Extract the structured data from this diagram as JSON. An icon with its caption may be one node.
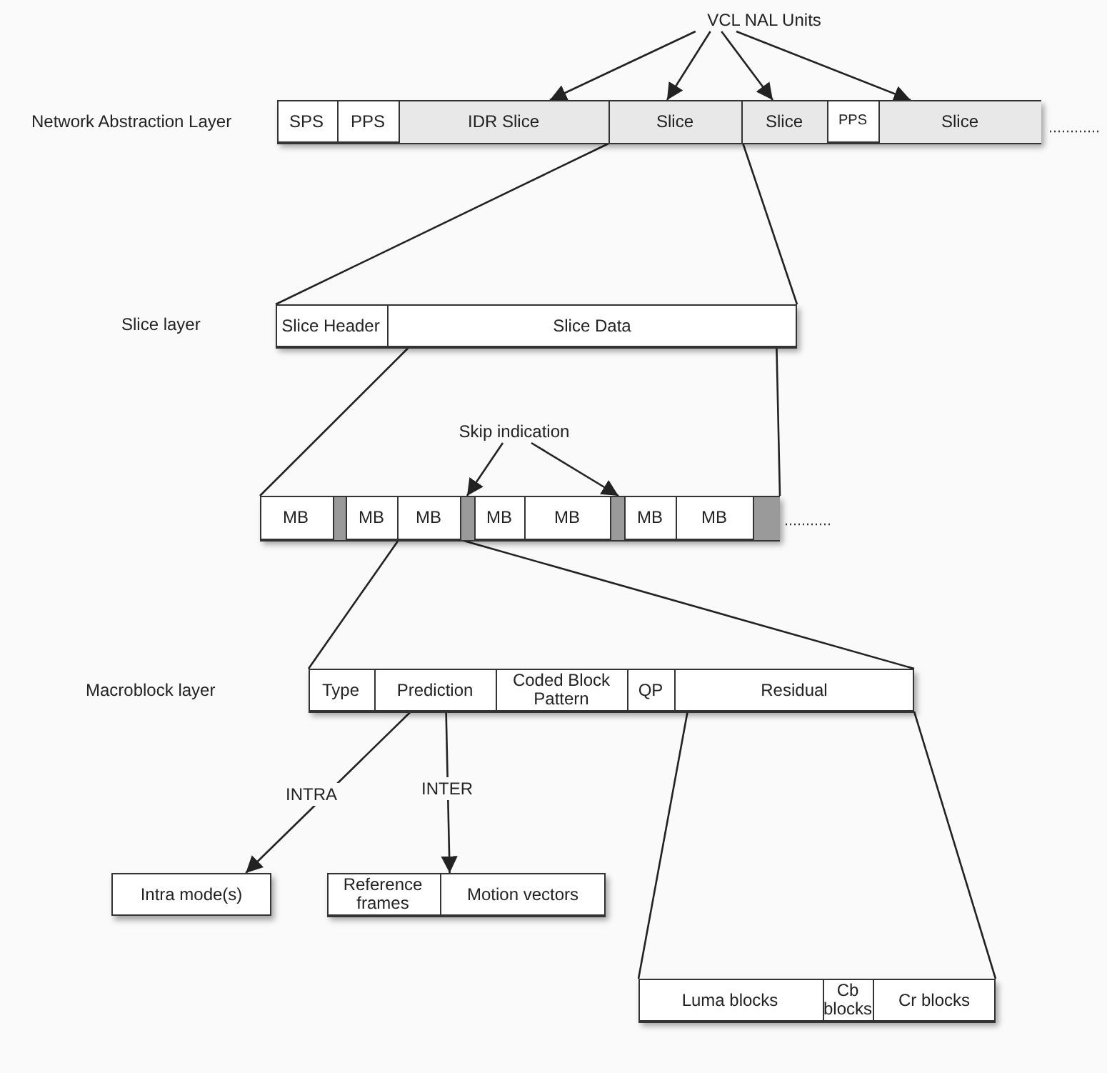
{
  "diagram": {
    "nodes": [
      {
        "text": [
          "VCL NAL Units"
        ]
      },
      {
        "text": [],
        "shape": "bar"
      },
      {
        "text": [
          "SPS"
        ],
        "in": 1
      },
      {
        "text": [
          "PPS"
        ],
        "in": 1
      },
      {
        "text": [
          "IDR Slice"
        ],
        "in": 1
      },
      {
        "text": [
          "Slice"
        ],
        "in": 1
      },
      {
        "text": [
          "Slice"
        ],
        "in": 1
      },
      {
        "text": [
          "PPS"
        ],
        "in": 1
      },
      {
        "text": [
          "Slice"
        ],
        "in": 1
      },
      {
        "text": [],
        "shape": "bar"
      },
      {
        "text": [
          "Slice Header"
        ],
        "in": 9
      },
      {
        "text": [
          "Slice Data"
        ],
        "in": 9
      },
      {
        "text": [
          "Skip indication"
        ]
      },
      {
        "text": [],
        "shape": "bar"
      },
      {
        "text": [
          "MB"
        ],
        "in": 13
      },
      {
        "text": [],
        "shape": "box",
        "in": 13
      },
      {
        "text": [
          "MB"
        ],
        "in": 13
      },
      {
        "text": [
          "MB"
        ],
        "in": 13
      },
      {
        "text": [],
        "shape": "box",
        "in": 13
      },
      {
        "text": [
          "MB"
        ],
        "in": 13
      },
      {
        "text": [
          "MB"
        ],
        "in": 13
      },
      {
        "text": [],
        "shape": "box",
        "in": 13
      },
      {
        "text": [
          "MB"
        ],
        "in": 13
      },
      {
        "text": [
          "MB"
        ],
        "in": 13
      },
      {
        "text": [],
        "shape": "box",
        "in": 13
      },
      {
        "text": [],
        "shape": "bar"
      },
      {
        "text": [
          "Type"
        ],
        "in": 25
      },
      {
        "text": [
          "Prediction"
        ],
        "in": 25
      },
      {
        "text": [
          "Coded Block Pattern"
        ],
        "in": 25
      },
      {
        "text": [
          "QP"
        ],
        "in": 25
      },
      {
        "text": [
          "Residual"
        ],
        "in": 25
      },
      {
        "text": [
          "Intra mode(s)"
        ]
      },
      {
        "text": [],
        "shape": "bar"
      },
      {
        "text": [
          "Reference frames"
        ],
        "in": 32
      },
      {
        "text": [
          "Motion vectors"
        ],
        "in": 32
      },
      {
        "text": [],
        "shape": "bar"
      },
      {
        "text": [
          "Luma blocks"
        ],
        "in": 35
      },
      {
        "text": [
          "Cb blocks"
        ],
        "in": 35
      },
      {
        "text": [
          "Cr blocks"
        ],
        "in": 35
      }
    ],
    "edges": [
      {
        "from": 0,
        "to": 4,
        "arrow": "to"
      },
      {
        "from": 0,
        "to": 5,
        "arrow": "to"
      },
      {
        "from": 0,
        "to": 6,
        "arrow": "to"
      },
      {
        "from": 0,
        "to": 8,
        "arrow": "to"
      },
      {
        "from": 5,
        "to": 9,
        "arrow": "none"
      },
      {
        "from": 5,
        "to": 9,
        "arrow": "none"
      },
      {
        "from": 11,
        "to": 13,
        "arrow": "none"
      },
      {
        "from": 11,
        "to": 13,
        "arrow": "none"
      },
      {
        "from": 12,
        "to": 18,
        "arrow": "to"
      },
      {
        "from": 12,
        "to": 21,
        "arrow": "to"
      },
      {
        "from": 17,
        "to": 25,
        "arrow": "none"
      },
      {
        "from": 17,
        "to": 25,
        "arrow": "none"
      },
      {
        "from": 27,
        "to": 31,
        "label": "INTRA",
        "arrow": "to"
      },
      {
        "from": 27,
        "to": 32,
        "label": "INTER",
        "arrow": "to"
      },
      {
        "from": 30,
        "to": 35,
        "arrow": "none"
      },
      {
        "from": 30,
        "to": 35,
        "arrow": "none"
      }
    ],
    "labels": [
      "Network Abstraction Layer",
      "Slice layer",
      "Macroblock layer"
    ]
  }
}
